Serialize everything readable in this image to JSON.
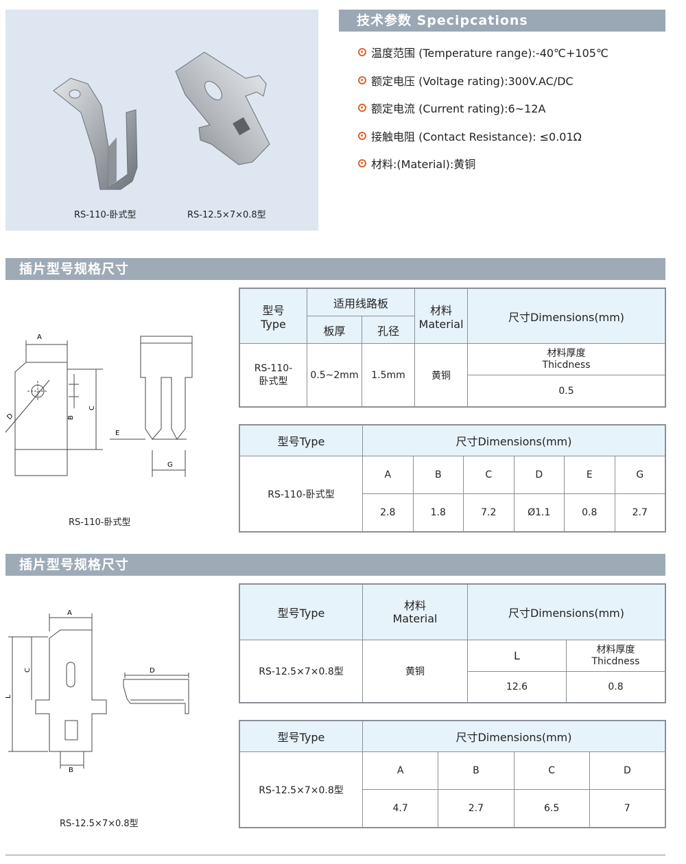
{
  "photo": {
    "captions": [
      "RS-110-卧式型",
      "RS-12.5×7×0.8型"
    ]
  },
  "specs": {
    "title": "技术参数 Specipcations",
    "items": [
      "温度范围 (Temperature range):-40℃+105℃",
      "额定电压 (Voltage rating):300V.AC/DC",
      "额定电流 (Current rating):6~12A",
      "接触电阻 (Contact Resistance): ≤0.01Ω",
      "材料:(Material):黄铜"
    ]
  },
  "section1": {
    "title": "插片型号规格尺寸",
    "drawing_caption": "RS-110-卧式型",
    "drawing_labels": {
      "a": "A",
      "b": "B",
      "c": "C",
      "d": "D",
      "e": "E",
      "g": "G"
    },
    "table1": {
      "type_label": "型号\nType",
      "board_label": "适用线路板",
      "thickness_label": "板厚",
      "hole_label": "孔径",
      "material_label": "材料\nMaterial",
      "dims_label": "尺寸Dimensions(mm)",
      "model": "RS-110-\n卧式型",
      "thickness": "0.5~2mm",
      "hole": "1.5mm",
      "material": "黄铜",
      "mat_thickness_label": "材料厚度\nThicdness",
      "mat_thickness": "0.5"
    },
    "table2": {
      "type_label": "型号Type",
      "dims_label": "尺寸Dimensions(mm)",
      "model": "RS-110-卧式型",
      "headers": [
        "A",
        "B",
        "C",
        "D",
        "E",
        "G"
      ],
      "values": [
        "2.8",
        "1.8",
        "7.2",
        "Ø1.1",
        "0.8",
        "2.7"
      ]
    }
  },
  "section2": {
    "title": "插片型号规格尺寸",
    "drawing_caption": "RS-12.5×7×0.8型",
    "drawing_labels": {
      "a": "A",
      "b": "B",
      "c": "C",
      "d": "D",
      "l": "L"
    },
    "table1": {
      "type_label": "型号Type",
      "material_label": "材料\nMaterial",
      "dims_label": "尺寸Dimensions(mm)",
      "model": "RS-12.5×7×0.8型",
      "material": "黄铜",
      "l_label": "L",
      "mat_thickness_label": "材料厚度\nThicdness",
      "l_value": "12.6",
      "mat_thickness": "0.8"
    },
    "table2": {
      "type_label": "型号Type",
      "dims_label": "尺寸Dimensions(mm)",
      "model": "RS-12.5×7×0.8型",
      "headers": [
        "A",
        "B",
        "C",
        "D"
      ],
      "values": [
        "4.7",
        "2.7",
        "6.5",
        "7"
      ]
    }
  }
}
